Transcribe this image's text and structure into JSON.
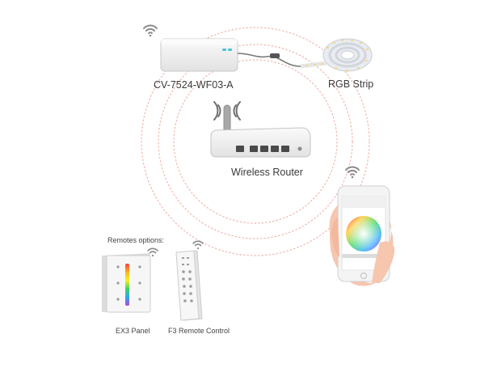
{
  "labels": {
    "controller": "CV-7524-WF03-A",
    "rgb_strip": "RGB Strip",
    "router": "Wireless Router",
    "remotes_heading": "Remotes options:",
    "panel": "EX3 Panel",
    "remote": "F3 Remote Control"
  },
  "colors": {
    "ring": "#f0b8b0",
    "device_body": "#f1f1f1",
    "device_edge": "#c9c9c9",
    "indicator": "#4ec3d8",
    "wifi_icon": "#8a8a8a",
    "skin": "#f6c6ae",
    "phone_body": "#f4f4f4"
  },
  "icons": [
    "wifi-icon",
    "antenna-icon",
    "ethernet-port-icon",
    "color-wheel-icon"
  ]
}
